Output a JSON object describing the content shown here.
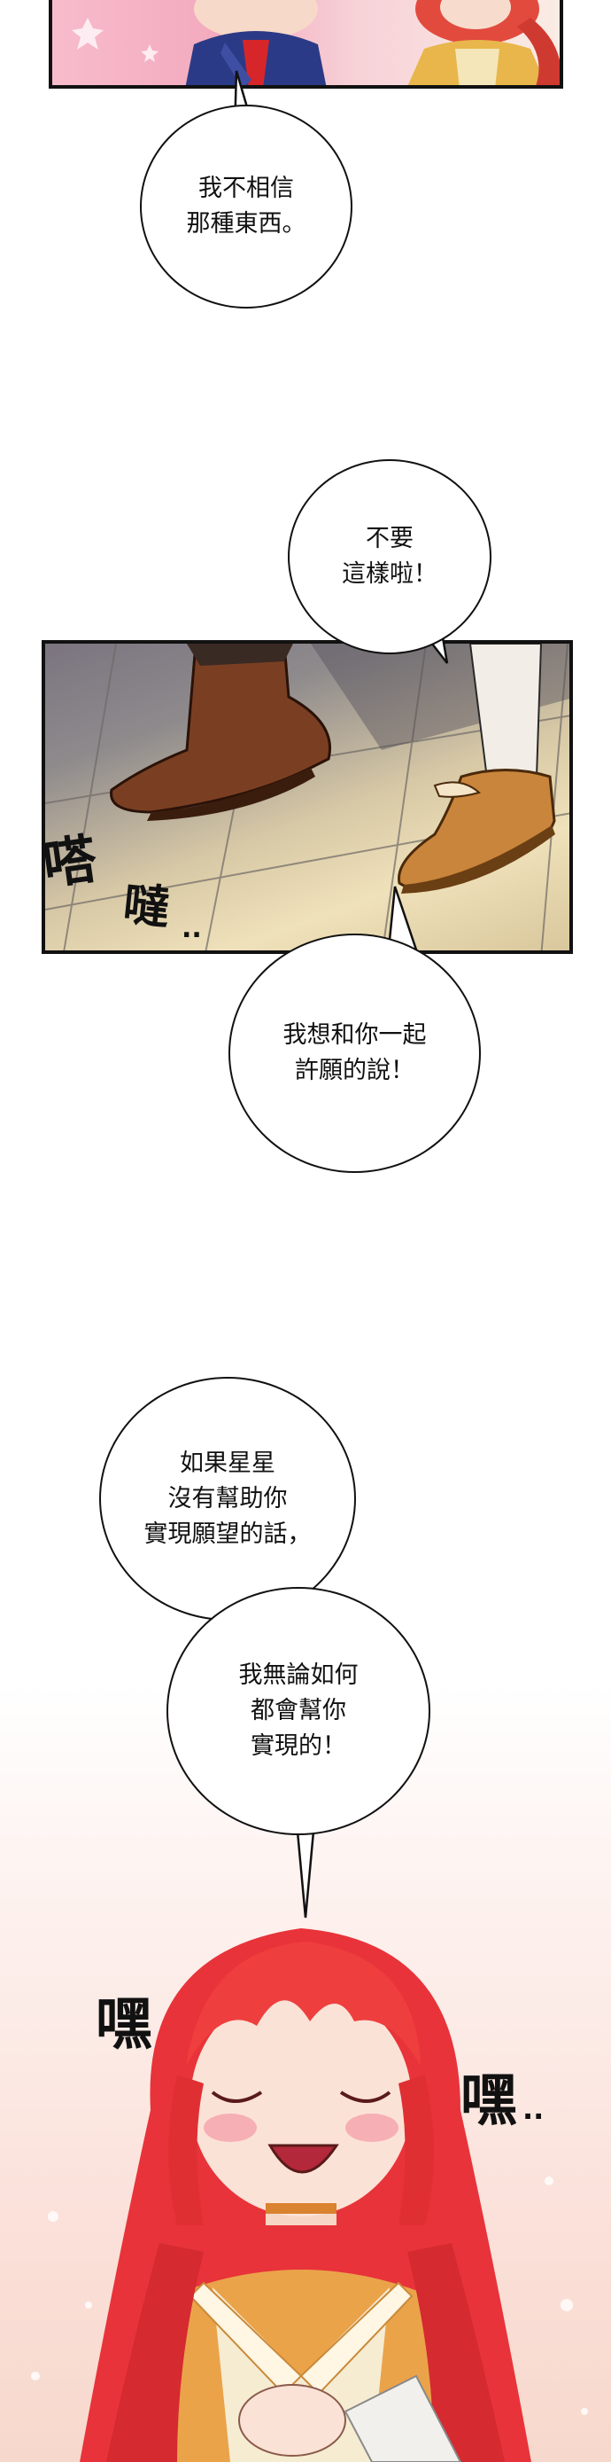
{
  "bubbles": {
    "b1": "我不相信\n那種東西。",
    "b2": "不要\n這樣啦！",
    "b3": "我想和你一起\n許願的說！",
    "b4": "如果星星\n沒有幫助你\n實現願望的話，",
    "b5": "我無論如何\n都會幫你\n實現的！"
  },
  "sfx": {
    "step": "嗒",
    "step2": "噠",
    "dots": "..",
    "laugh_left": "嘿",
    "laugh_right": "嘿",
    "laugh_dots": ".."
  },
  "colors": {
    "hair": "#e8333a",
    "shoe_dark": "#7a3f22",
    "shoe_light": "#c9853b",
    "ink": "#111111"
  }
}
